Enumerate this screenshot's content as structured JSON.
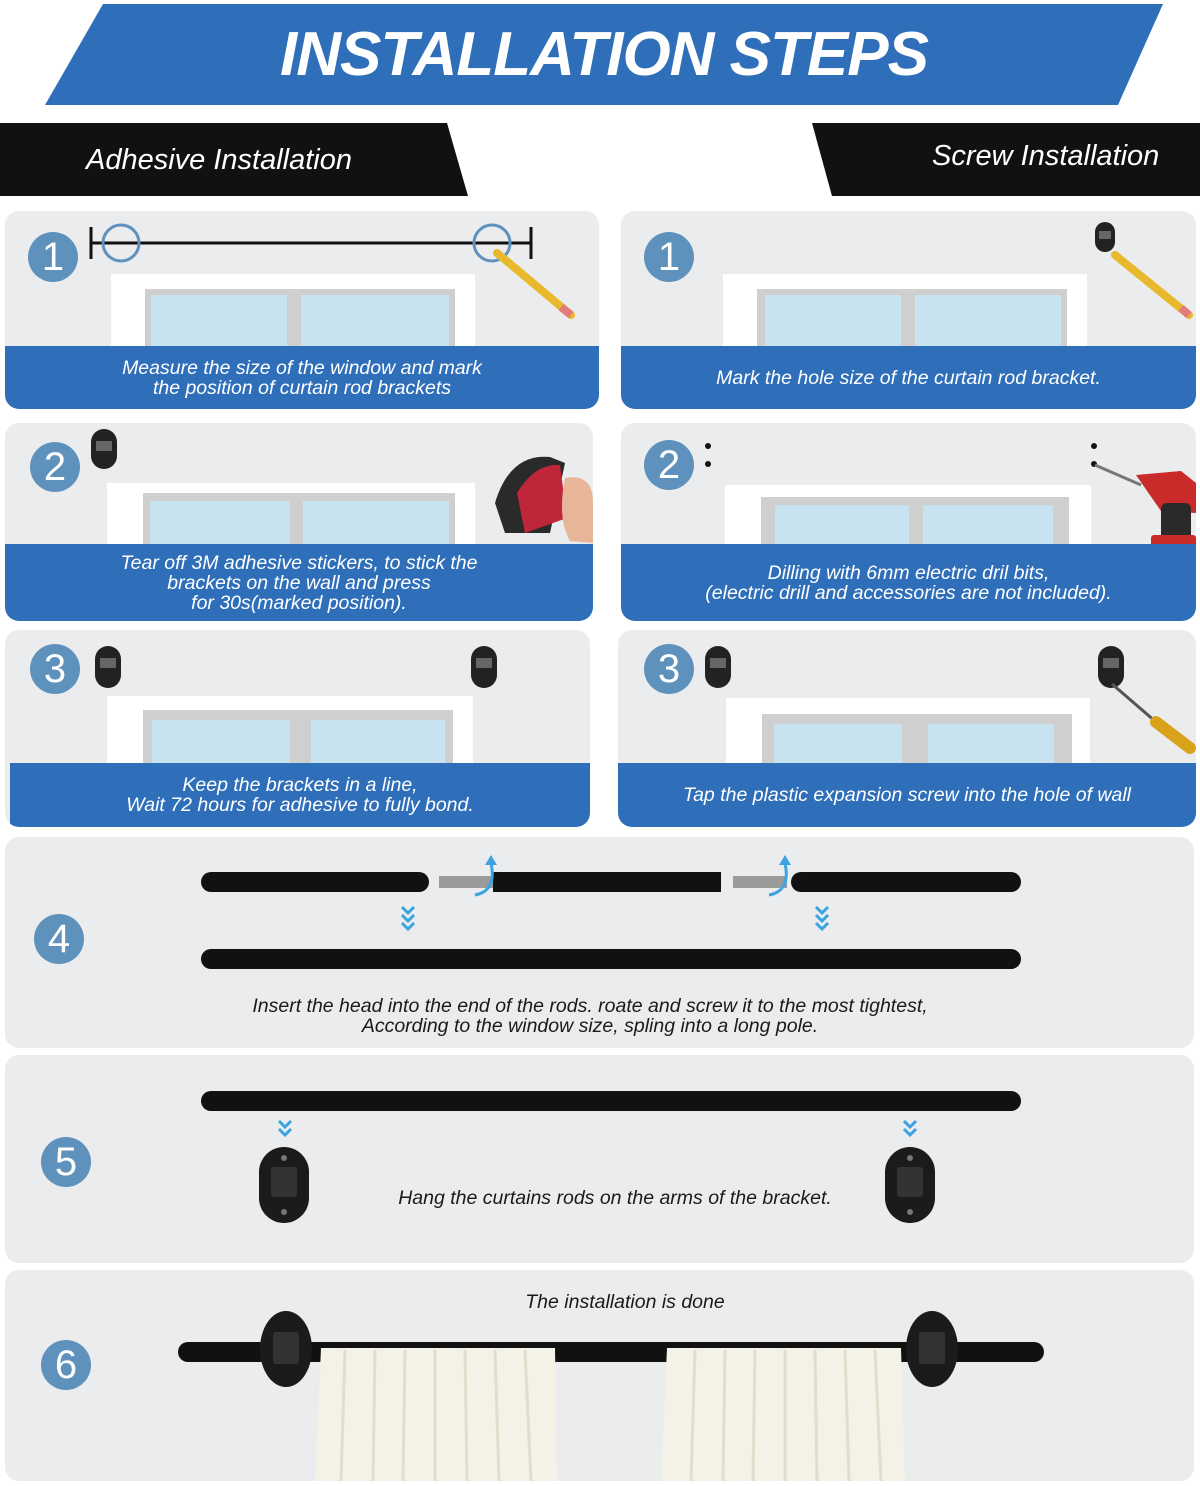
{
  "title": "INSTALLATION STEPS",
  "colors": {
    "brand_blue": "#2f6fba",
    "badge_blue": "#5e92bd",
    "header_black": "#111111",
    "card_bg": "#ebeced"
  },
  "adhesive": {
    "heading": "Adhesive Installation",
    "steps": [
      {
        "num": "1",
        "line1": "Measure the size of the window and mark",
        "line2": "the position of curtain rod brackets",
        "line3": ""
      },
      {
        "num": "2",
        "line1": "Tear off 3M adhesive stickers, to stick the",
        "line2": "brackets on the wall and press",
        "line3": "for 30s(marked position)."
      },
      {
        "num": "3",
        "line1": "Keep the brackets in a line,",
        "line2": "Wait 72 hours for adhesive to fully bond.",
        "line3": ""
      }
    ]
  },
  "screw": {
    "heading": "Screw Installation",
    "steps": [
      {
        "num": "1",
        "line1": "Mark the hole size of the curtain rod bracket.",
        "line2": ""
      },
      {
        "num": "2",
        "line1": "Dilling with 6mm electric dril bits,",
        "line2": "(electric drill and accessories are not included)."
      },
      {
        "num": "3",
        "line1": "Tap the plastic expansion screw into the hole of wall",
        "line2": ""
      }
    ]
  },
  "shared_steps": [
    {
      "num": "4",
      "line1": "Insert the head into the end of the rods. roate and screw it to the most tightest,",
      "line2": "According to the window size, spling into a long pole."
    },
    {
      "num": "5",
      "line1": "Hang the curtains rods on the arms of the bracket."
    },
    {
      "num": "6",
      "line1": "The installation is done"
    }
  ],
  "icons": [
    "pencil-icon",
    "bracket-icon",
    "drill-icon",
    "screwdriver-icon",
    "thumb-press-icon",
    "down-chevrons-icon",
    "rotate-arrow-icon"
  ]
}
